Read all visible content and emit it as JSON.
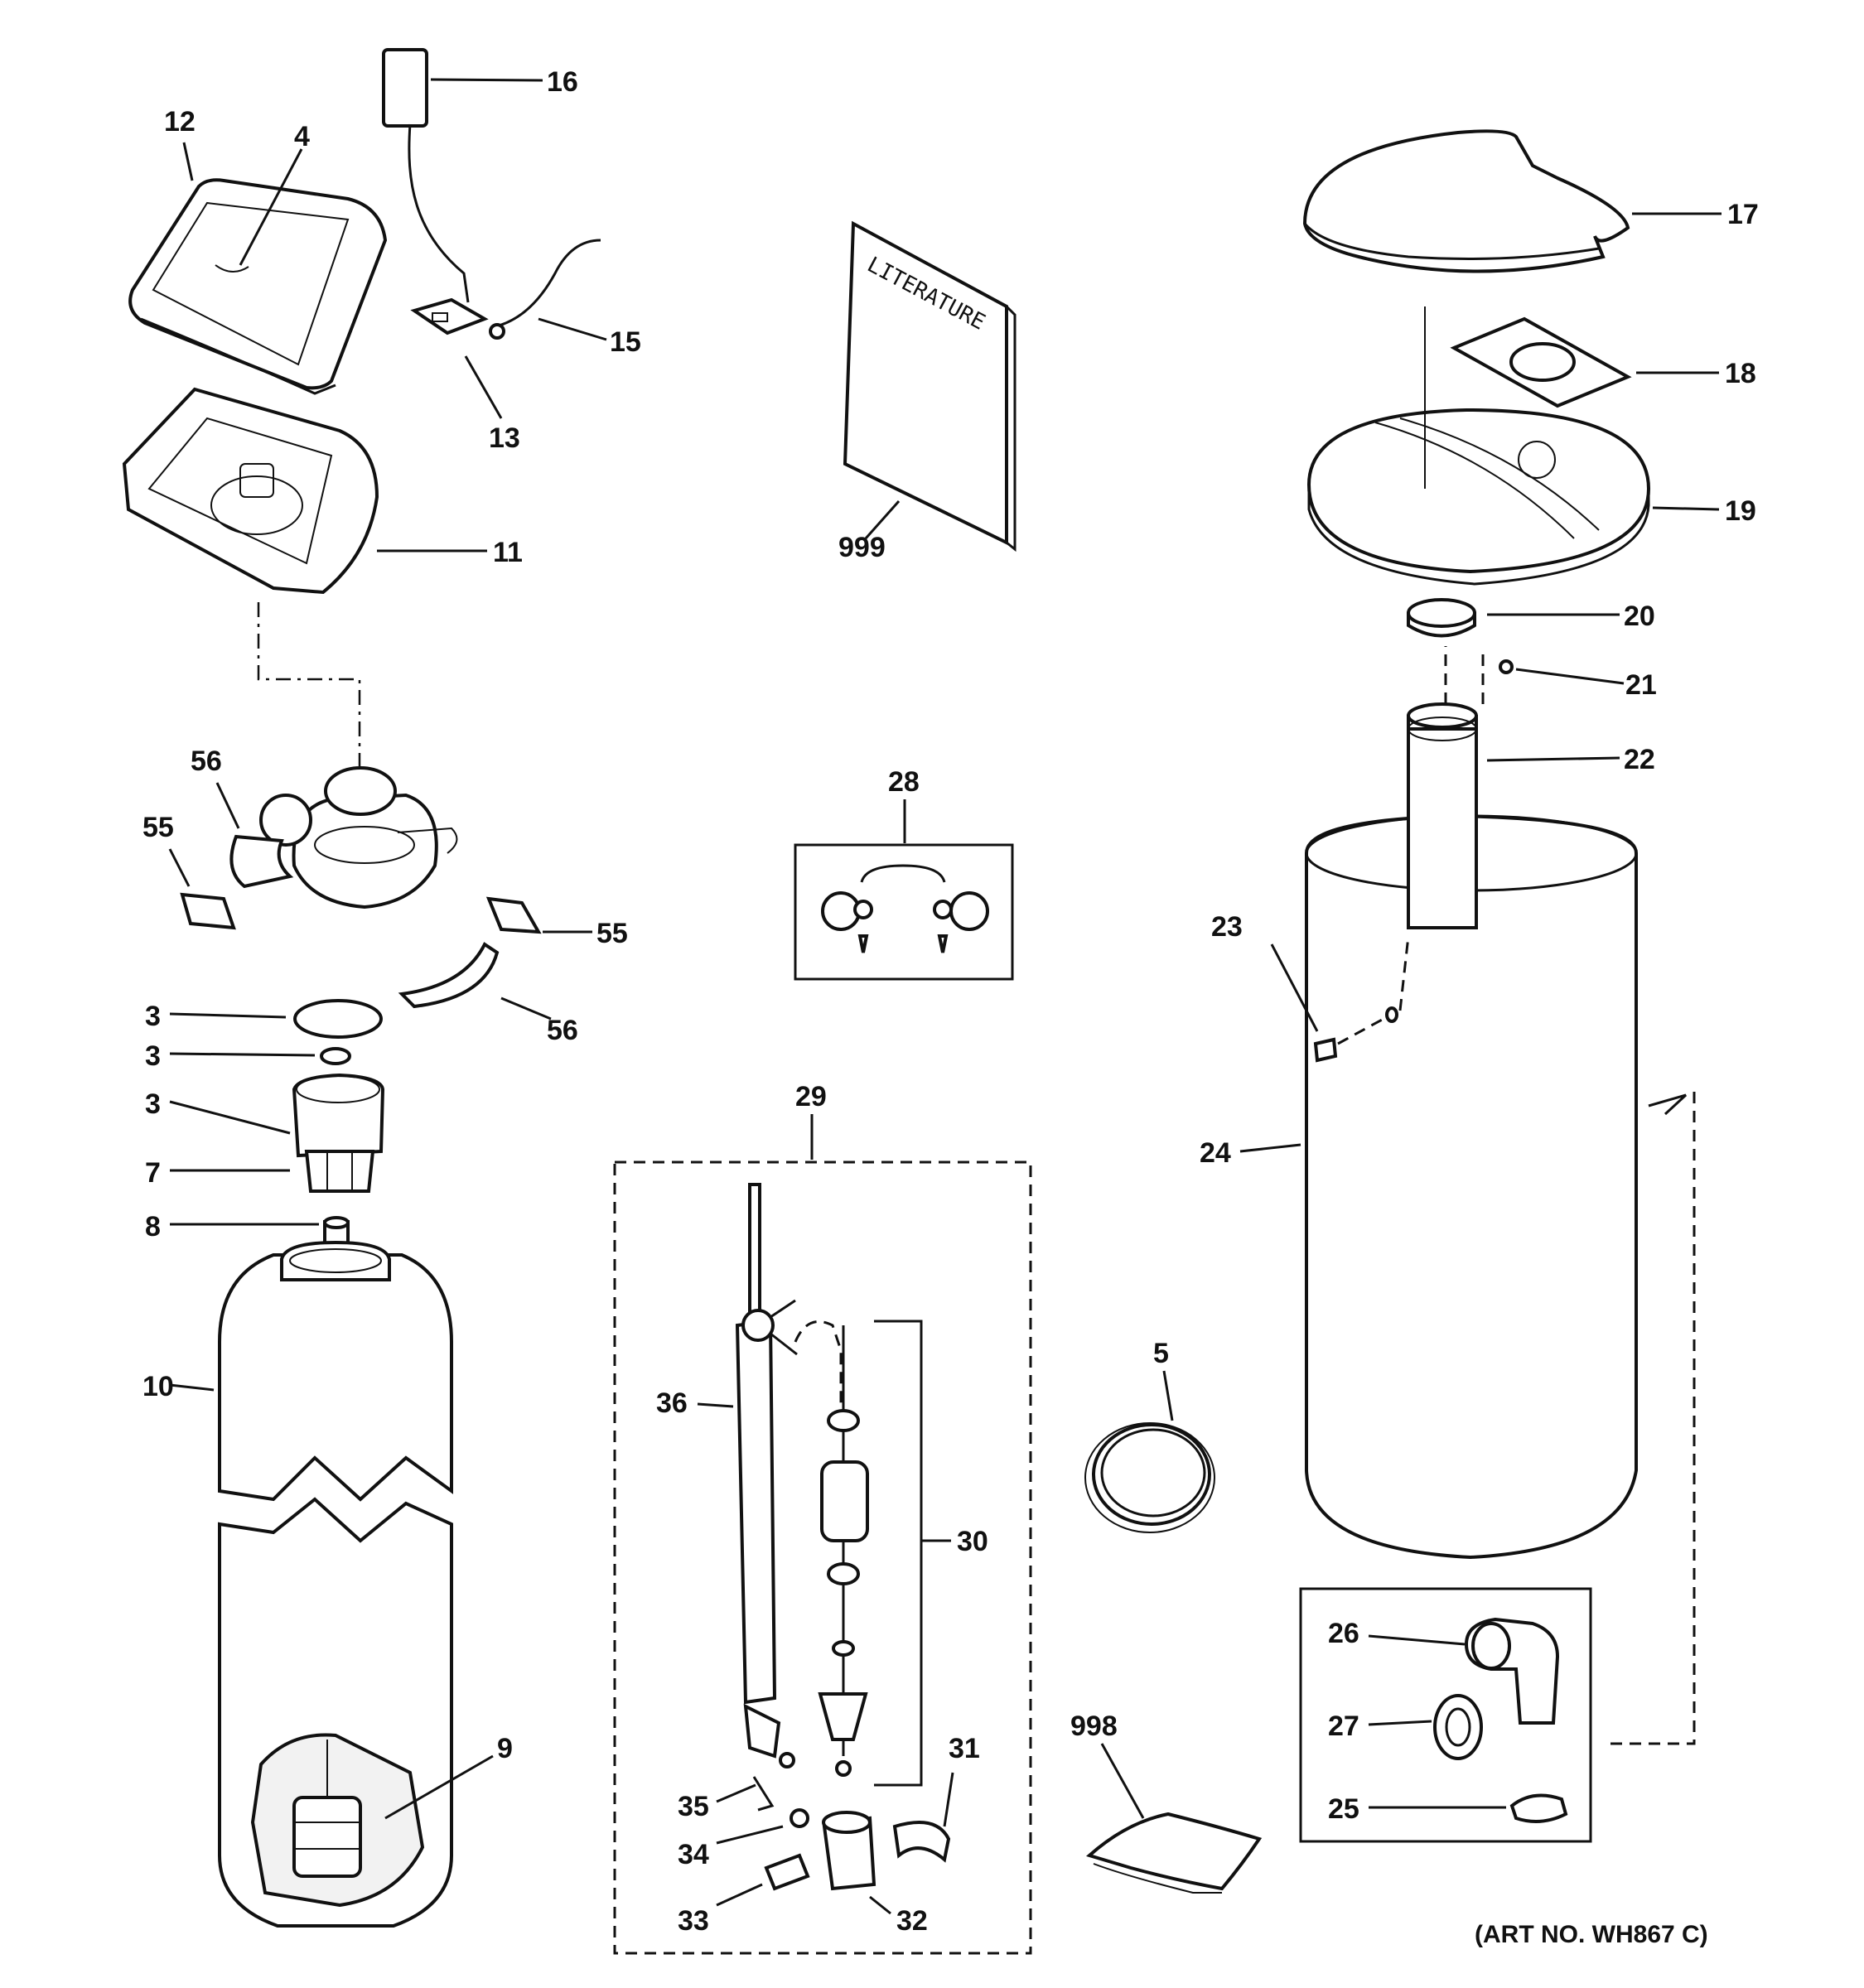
{
  "labels": {
    "p16": "16",
    "p12": "12",
    "p4": "4",
    "p15": "15",
    "p13": "13",
    "p11": "11",
    "p17": "17",
    "p18": "18",
    "p19": "19",
    "p20": "20",
    "p21": "21",
    "p22": "22",
    "p23": "23",
    "p24": "24",
    "p999": "999",
    "p28": "28",
    "p56a": "56",
    "p55a": "55",
    "p55b": "55",
    "p56b": "56",
    "p3a": "3",
    "p3b": "3",
    "p3c": "3",
    "p7": "7",
    "p8": "8",
    "p10": "10",
    "p9": "9",
    "p29": "29",
    "p36": "36",
    "p30": "30",
    "p35": "35",
    "p34": "34",
    "p33": "33",
    "p32": "32",
    "p31": "31",
    "p5": "5",
    "p998": "998",
    "p26": "26",
    "p27": "27",
    "p25": "25"
  },
  "literature_text": "LITERATURE",
  "art_number": "(ART NO. WH867 C)"
}
